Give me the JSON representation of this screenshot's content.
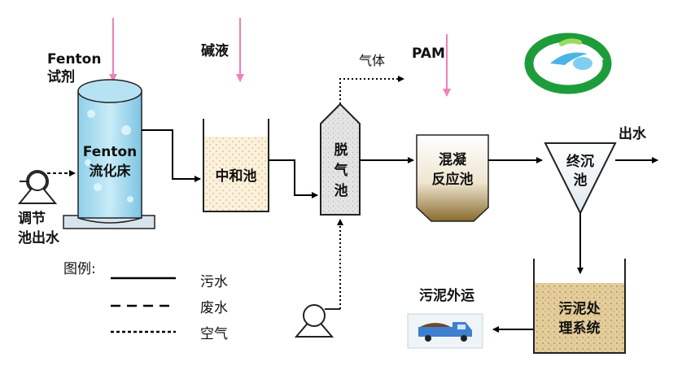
{
  "labels": {
    "fenton_reagent_line1": "Fenton",
    "fenton_reagent_line2": "试剂",
    "alkali": "碱液",
    "gas": "气体",
    "pam": "PAM",
    "effluent": "出水",
    "inlet_line1": "调节",
    "inlet_line2": "池出水",
    "sludge_out": "污泥外运"
  },
  "units": {
    "fenton_bed_line1": "Fenton",
    "fenton_bed_line2": "流化床",
    "neutralization": "中和池",
    "degas_line1": "脱",
    "degas_line2": "气",
    "degas_line3": "池",
    "coag_line1": "混凝",
    "coag_line2": "反应池",
    "settler_line1": "终沉",
    "settler_line2": "池",
    "sludge_line1": "污泥处",
    "sludge_line2": "理系统"
  },
  "legend": {
    "title": "图例:",
    "items": [
      {
        "label": "污水",
        "style": "solid"
      },
      {
        "label": "废水",
        "style": "dashed"
      },
      {
        "label": "空气",
        "style": "dotted"
      }
    ]
  },
  "colors": {
    "dosing_arrow": "#f080b8",
    "fenton_fill": "#8fd0ea",
    "neutral_fill": "#fbf1dc",
    "coag_fill": "#e6dbc0",
    "sludge_fill": "#e3cd9c",
    "logo_green": "#1e9c3c",
    "logo_blue": "#4cb4e4",
    "truck_blue": "#3f7fcf"
  }
}
